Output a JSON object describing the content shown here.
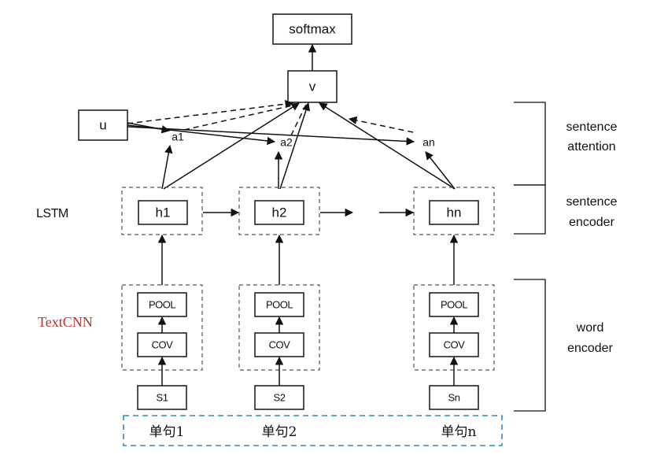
{
  "top": {
    "softmax": "softmax",
    "v": "v",
    "u": "u"
  },
  "attention_weights": [
    "a1",
    "a2",
    "an"
  ],
  "hidden": [
    "h1",
    "h2",
    "hn"
  ],
  "pool": [
    "POOL",
    "POOL",
    "POOL"
  ],
  "conv": [
    "COV",
    "COV",
    "COV"
  ],
  "inputs": [
    "S1",
    "S2",
    "Sn"
  ],
  "sentences": [
    "单句1",
    "单句2",
    "单句n"
  ],
  "left_labels": {
    "lstm": "LSTM",
    "textcnn": "TextCNN"
  },
  "right_labels": {
    "sentence_attention": [
      "sentence",
      "attention"
    ],
    "sentence_encoder": [
      "sentence",
      "encoder"
    ],
    "word_encoder": [
      "word",
      "encoder"
    ]
  }
}
